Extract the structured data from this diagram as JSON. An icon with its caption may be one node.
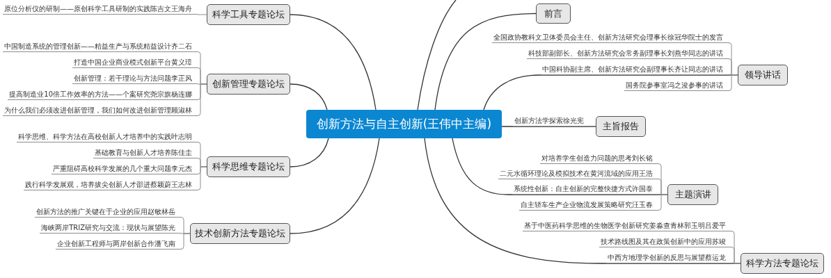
{
  "diagram": {
    "nodes": [
      {
        "text": [
          "创新方法与自主创新(王伟中主编)"
        ]
      },
      {
        "text": [
          "科学工具专题论坛"
        ]
      },
      {
        "text": [
          "原位分析仪的研制——原创科学工具研制的实践陈吉文王海舟"
        ]
      },
      {
        "text": [
          "创新管理专题论坛"
        ]
      },
      {
        "text": [
          "中国制造系统的管理创新——精益生产与系统精益设计齐二石"
        ]
      },
      {
        "text": [
          "打造中国企业商业模式创新平台黄义璋"
        ]
      },
      {
        "text": [
          "创新管理：若干理论与方法问题李正风"
        ]
      },
      {
        "text": [
          "提高制造业10倍工作效率的方法——个案研究尧宗旗杨连娜"
        ]
      },
      {
        "text": [
          "为什么我们必须改进创新管理，我们如何改进创新管理顾淑林"
        ]
      },
      {
        "text": [
          "科学思维专题论坛"
        ]
      },
      {
        "text": [
          "科学思维、科学方法在高校创新人才培养中的实践叶志明"
        ]
      },
      {
        "text": [
          "基础教育与创新人才培养陈佳圭"
        ]
      },
      {
        "text": [
          "严重阻碍高校科学发展的几个重大问题李元杰"
        ]
      },
      {
        "text": [
          "践行科学发展观，培养拔尖创新人才邵进蔡颖蔚王志林"
        ]
      },
      {
        "text": [
          "技术创新方法专题论坛"
        ]
      },
      {
        "text": [
          "创新方法的推广关键在于企业的应用赵敏林岳"
        ]
      },
      {
        "text": [
          "海峡两岸TRIZ研究与交流：现状与展望陈光"
        ]
      },
      {
        "text": [
          "企业创新工程师与两岸创新合作潘飞南"
        ]
      },
      {
        "text": [
          "前言"
        ]
      },
      {
        "text": [
          "领导讲话"
        ]
      },
      {
        "text": [
          "全国政协教科文卫体委员会主任、创新方法研究会理事长徐冠华院士的发言"
        ]
      },
      {
        "text": [
          "科技部副部长、创新方法研究会常务副理事长刘燕华同志的讲话"
        ]
      },
      {
        "text": [
          "中国科协副主席、创新方法研究会副理事长齐让同志的讲话"
        ]
      },
      {
        "text": [
          "国务院参事室冯之浚参事的讲话"
        ]
      },
      {
        "text": [
          "主旨报告"
        ]
      },
      {
        "text": [
          "创新方法学探索徐光宪"
        ]
      },
      {
        "text": [
          "主题演讲"
        ]
      },
      {
        "text": [
          "对培养学生创造力问题的思考刘长铭"
        ]
      },
      {
        "text": [
          "二元水循环理论及模拟技术在黄河流域的应用王浩"
        ]
      },
      {
        "text": [
          "系统性创新：自主创新的完整快捷方式许国泰"
        ]
      },
      {
        "text": [
          "自主轿车生产企业物流发展策略研究汪玉春"
        ]
      },
      {
        "text": [
          "科学方法专题论坛"
        ]
      },
      {
        "text": [
          "基于中医药科学思维的生物医学创新研究姜淼查青林郭玉明吕爱平"
        ]
      },
      {
        "text": [
          "技术路线图及其在政策创新中的应用苏竣"
        ]
      },
      {
        "text": [
          "中西方地理学创新的反思与展望蔡运龙"
        ]
      }
    ],
    "edges": [
      {
        "from": 0,
        "to": 1,
        "arrow": "none",
        "color": "#333333"
      },
      {
        "from": 0,
        "to": 3,
        "arrow": "none",
        "color": "#333333"
      },
      {
        "from": 0,
        "to": 9,
        "arrow": "none",
        "color": "#333333"
      },
      {
        "from": 0,
        "to": 14,
        "arrow": "none",
        "color": "#333333"
      },
      {
        "from": 0,
        "to": null,
        "arrow": "none",
        "color": "#333333"
      },
      {
        "from": 0,
        "to": 18,
        "arrow": "none",
        "color": "#333333"
      },
      {
        "from": 0,
        "to": 19,
        "arrow": "none",
        "color": "#333333"
      },
      {
        "from": 0,
        "to": 24,
        "arrow": "none",
        "color": "#333333"
      },
      {
        "from": 0,
        "to": 26,
        "arrow": "none",
        "color": "#333333"
      },
      {
        "from": 0,
        "to": 31,
        "arrow": "none",
        "color": "#333333"
      },
      {
        "from": 1,
        "to": 2,
        "arrow": "none"
      },
      {
        "from": 3,
        "to": 4,
        "arrow": "none"
      },
      {
        "from": 3,
        "to": 5,
        "arrow": "none"
      },
      {
        "from": 3,
        "to": 6,
        "arrow": "none"
      },
      {
        "from": 3,
        "to": 7,
        "arrow": "none"
      },
      {
        "from": 3,
        "to": 8,
        "arrow": "none"
      },
      {
        "from": 9,
        "to": 10,
        "arrow": "none"
      },
      {
        "from": 9,
        "to": 11,
        "arrow": "none"
      },
      {
        "from": 9,
        "to": 12,
        "arrow": "none"
      },
      {
        "from": 9,
        "to": 13,
        "arrow": "none"
      },
      {
        "from": 14,
        "to": 15,
        "arrow": "none"
      },
      {
        "from": 14,
        "to": 16,
        "arrow": "none"
      },
      {
        "from": 14,
        "to": 17,
        "arrow": "none"
      },
      {
        "from": 19,
        "to": 20,
        "arrow": "none"
      },
      {
        "from": 19,
        "to": 21,
        "arrow": "none"
      },
      {
        "from": 19,
        "to": 22,
        "arrow": "none"
      },
      {
        "from": 19,
        "to": 23,
        "arrow": "none"
      },
      {
        "from": 24,
        "to": 25,
        "arrow": "none"
      },
      {
        "from": 26,
        "to": 27,
        "arrow": "none"
      },
      {
        "from": 26,
        "to": 28,
        "arrow": "none"
      },
      {
        "from": 26,
        "to": 29,
        "arrow": "none"
      },
      {
        "from": 26,
        "to": 30,
        "arrow": "none"
      },
      {
        "from": 31,
        "to": 32,
        "arrow": "none"
      },
      {
        "from": 31,
        "to": 33,
        "arrow": "none"
      },
      {
        "from": 31,
        "to": 34,
        "arrow": "none"
      }
    ]
  }
}
